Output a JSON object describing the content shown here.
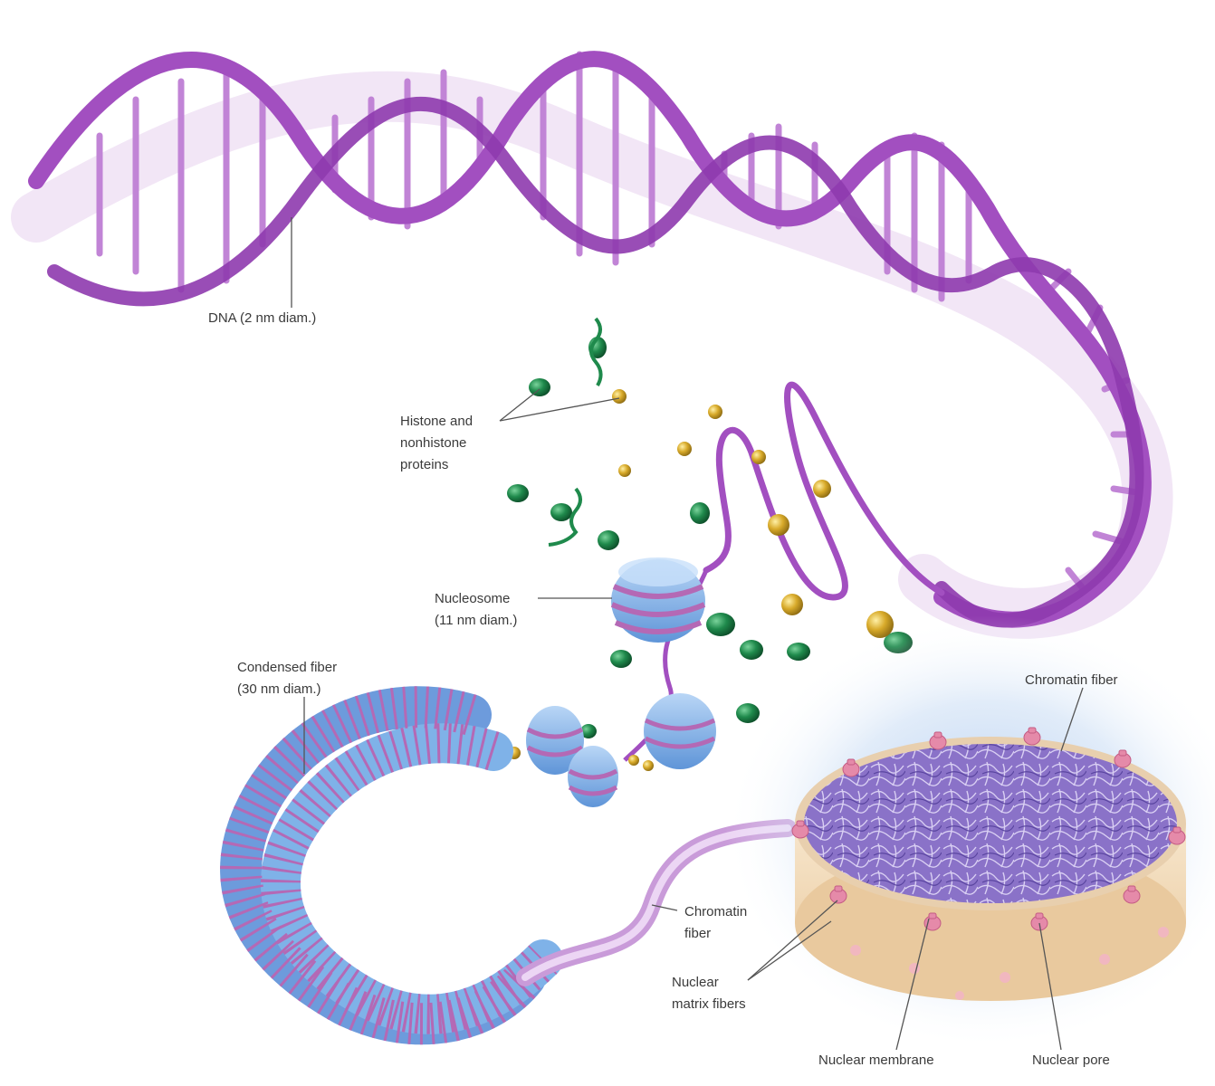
{
  "labels": {
    "dna": "DNA (2 nm diam.)",
    "histone_1": "Histone and",
    "histone_2": "nonhistone",
    "histone_3": "proteins",
    "nucleosome_1": "Nucleosome",
    "nucleosome_2": "(11 nm diam.)",
    "condensed_1": "Condensed fiber",
    "condensed_2": "(30 nm diam.)",
    "chromatin_top": "Chromatin fiber",
    "chromatin_mid_1": "Chromatin",
    "chromatin_mid_2": "fiber",
    "matrix_1": "Nuclear",
    "matrix_2": "matrix fibers",
    "membrane": "Nuclear membrane",
    "pore": "Nuclear pore"
  },
  "colors": {
    "dna_purple": "#a24fc0",
    "dna_light": "#cf9be0",
    "histone_green": "#1f8a4c",
    "protein_gold": "#d8aa2a",
    "nucleosome_blue": "#7fb2e8",
    "nucleosome_band": "#b469b5",
    "nucleus_fill": "#8a72c8",
    "nucleus_shell": "#f1dcc2",
    "pore_pink": "#e58aa9"
  }
}
